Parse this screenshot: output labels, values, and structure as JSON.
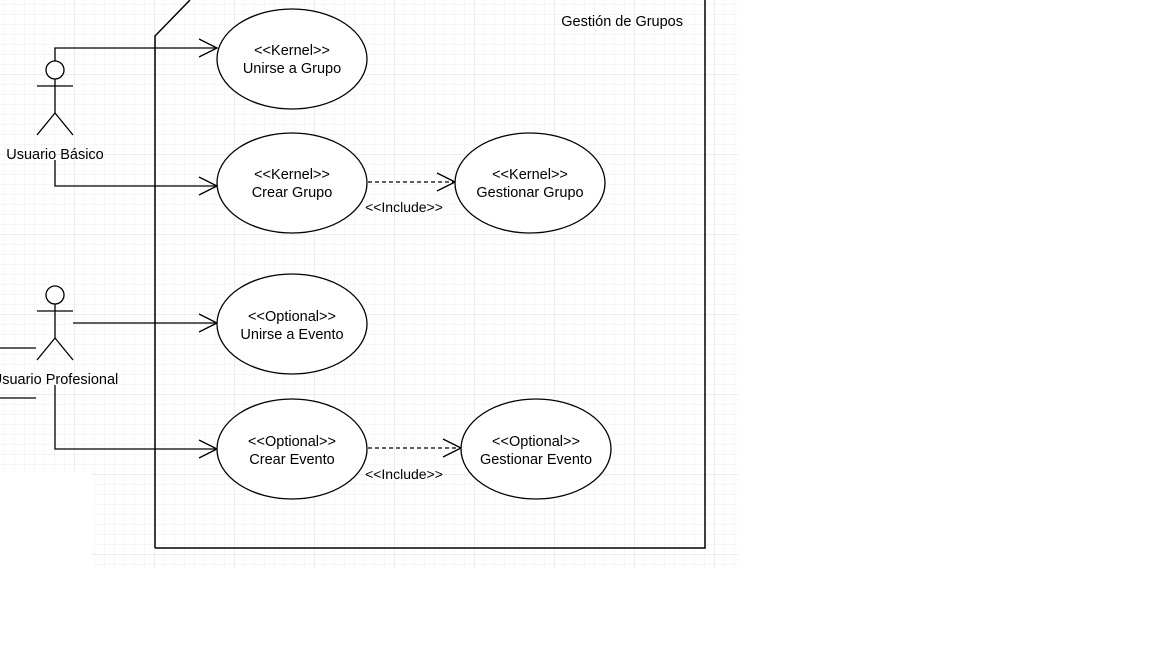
{
  "boundary": {
    "title": "Gestión de Grupos"
  },
  "actors": {
    "basic": {
      "name": "Usuario Básico"
    },
    "professional": {
      "name": "Usuario Profesional"
    }
  },
  "use_cases": {
    "unirse_grupo": {
      "stereotype": "<<Kernel>>",
      "name": "Unirse a Grupo"
    },
    "crear_grupo": {
      "stereotype": "<<Kernel>>",
      "name": "Crear Grupo"
    },
    "gestionar_grupo": {
      "stereotype": "<<Kernel>>",
      "name": "Gestionar Grupo"
    },
    "unirse_evento": {
      "stereotype": "<<Optional>>",
      "name": "Unirse a Evento"
    },
    "crear_evento": {
      "stereotype": "<<Optional>>",
      "name": "Crear Evento"
    },
    "gestionar_evento": {
      "stereotype": "<<Optional>>",
      "name": "Gestionar Evento"
    }
  },
  "relations": {
    "include_grupo": "<<Include>>",
    "include_evento": "<<Include>>"
  }
}
